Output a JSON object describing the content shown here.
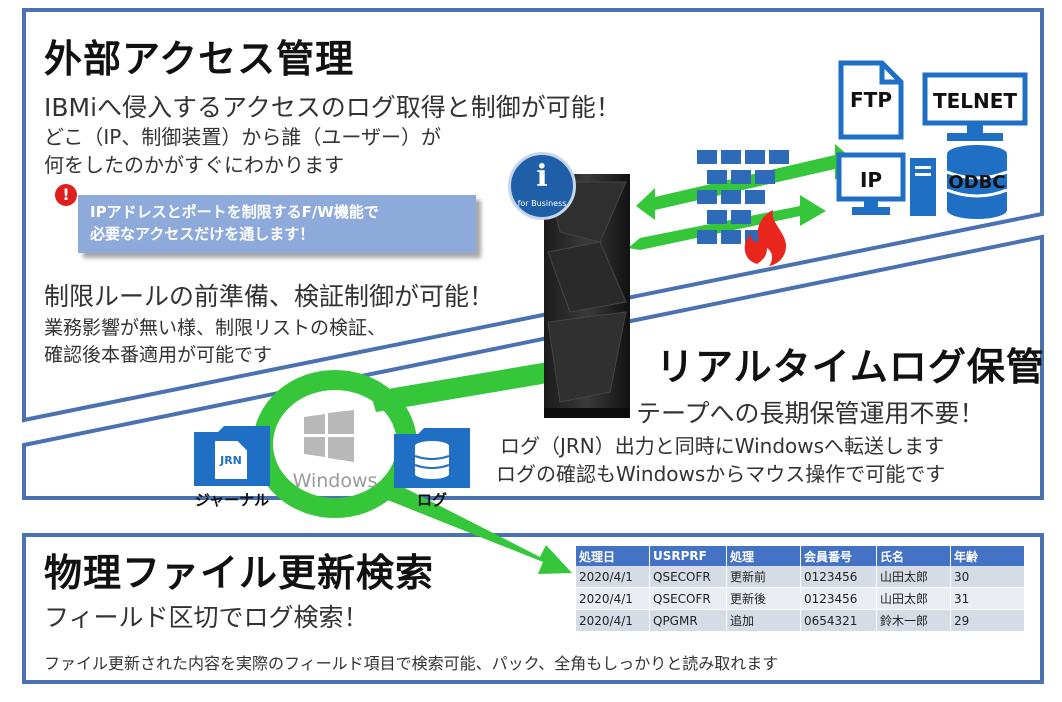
{
  "section1": {
    "title": "外部アクセス管理",
    "subtitle": "IBMiへ侵入するアクセスのログ取得と制御が可能！",
    "desc_line1": "どこ（IP、制御装置）から誰（ユーザー）が",
    "desc_line2": "何をしたのかがすぐにわかります",
    "callout_line1": "IPアドレスとポートを制限するF/W機能で",
    "callout_line2": "必要なアクセスだけを通します！",
    "warn_mark": "!",
    "rule_head": "制限ルールの前準備、検証制御が可能！",
    "rule_line1": "業務影響が無い様、制限リストの検証、",
    "rule_line2": "確認後本番適用が可能です"
  },
  "section2": {
    "title": "リアルタイムログ保管",
    "subtitle": "テープへの長期保管運用不要！",
    "line1": "ログ（JRN）出力と同時にWindowsへ転送します",
    "line2": "ログの確認もWindowsからマウス操作で可能です"
  },
  "section3": {
    "title": "物理ファイル更新検索",
    "subtitle": "フィールド区切でログ検索！",
    "footer": "ファイル更新された内容を実際のフィールド項目で検索可能、パック、全角もしっかりと読み取れます"
  },
  "icons": {
    "ftp": "FTP",
    "telnet": "TELNET",
    "ip": "IP",
    "odbc": "ODBC",
    "journal_file": "JRN",
    "journal_label": "ジャーナル",
    "log_label": "ログ",
    "windows": "Windows",
    "server_badge": "for Business",
    "server_badge_letter": "i"
  },
  "log_table": {
    "headers": [
      "処理日",
      "USRPRF",
      "処理",
      "会員番号",
      "氏名",
      "年齢"
    ],
    "rows": [
      [
        "2020/4/1",
        "QSECOFR",
        "更新前",
        "0123456",
        "山田太郎",
        "30"
      ],
      [
        "2020/4/1",
        "QSECOFR",
        "更新後",
        "0123456",
        "山田太郎",
        "31"
      ],
      [
        "2020/4/1",
        "QPGMR",
        "追加",
        "0654321",
        "鈴木一郎",
        "29"
      ]
    ]
  },
  "colors": {
    "frame": "#4a72b0",
    "green": "#35c63a",
    "blue_icon": "#1f6fc4",
    "callout": "#8eaadb",
    "table_header": "#4472c4",
    "fire": "#e8261c"
  }
}
